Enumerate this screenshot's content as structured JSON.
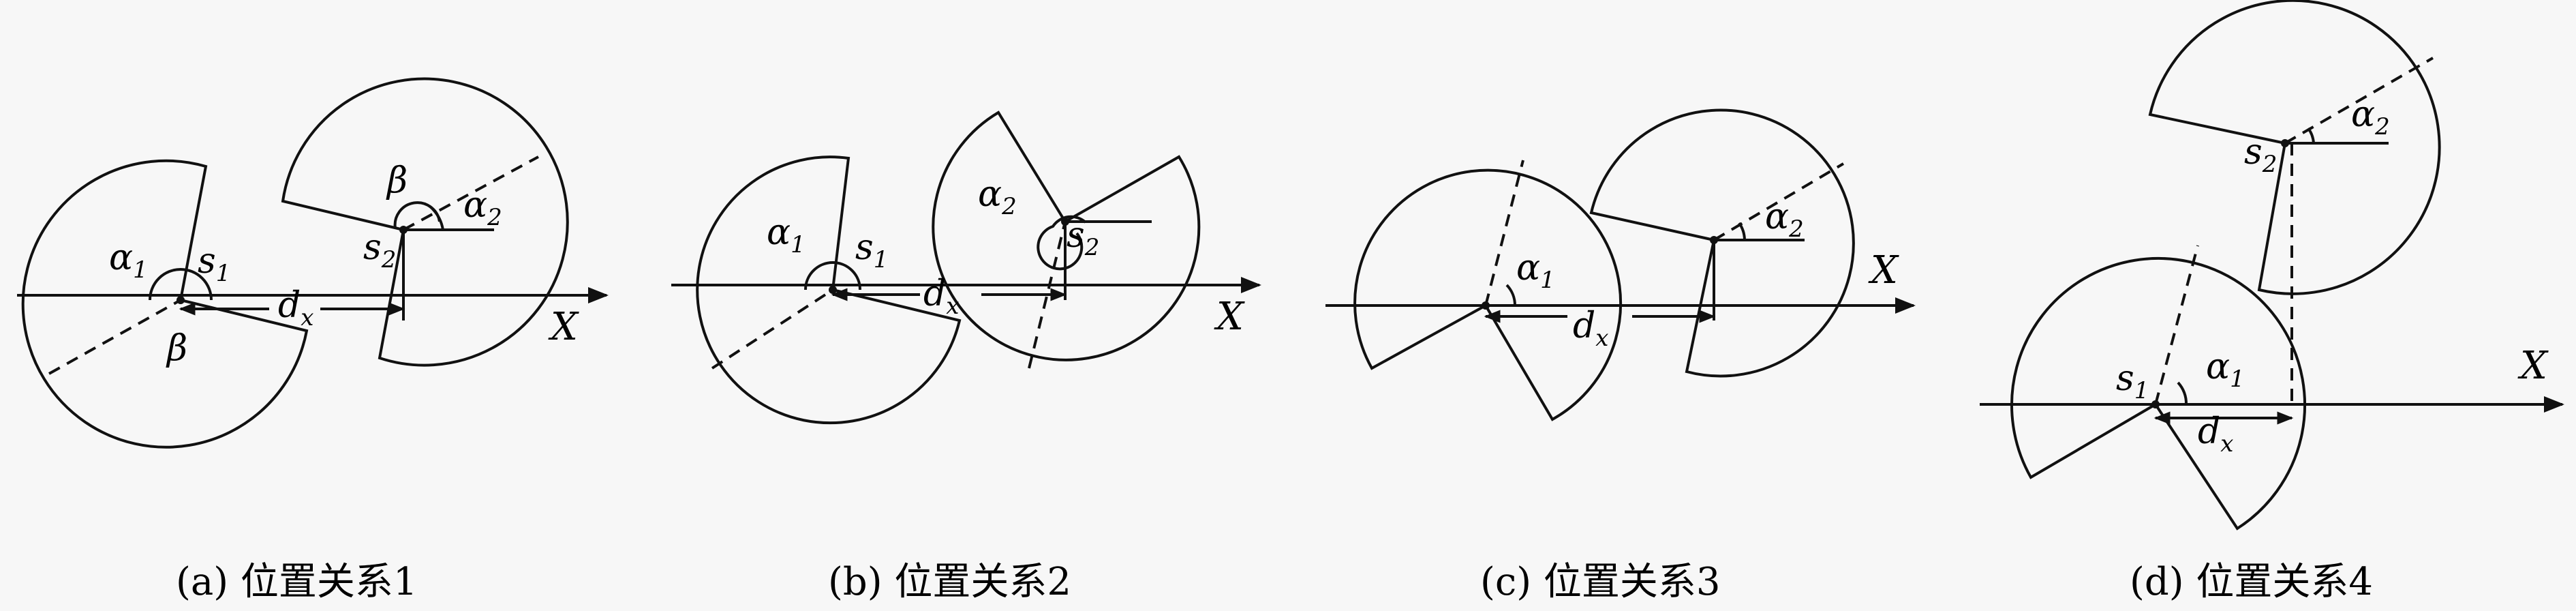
{
  "colors": {
    "ink": "#111111",
    "background": "#f7f7f7"
  },
  "symbols": {
    "alpha": "α",
    "beta": "β",
    "s": "s",
    "d": "d",
    "x_sub": "x",
    "one": "1",
    "two": "2",
    "axis_x": "X"
  },
  "panels": [
    {
      "caption": "(a) 位置关系1"
    },
    {
      "caption": "(b) 位置关系2"
    },
    {
      "caption": "(c) 位置关系3"
    },
    {
      "caption": "(d) 位置关系4"
    }
  ]
}
